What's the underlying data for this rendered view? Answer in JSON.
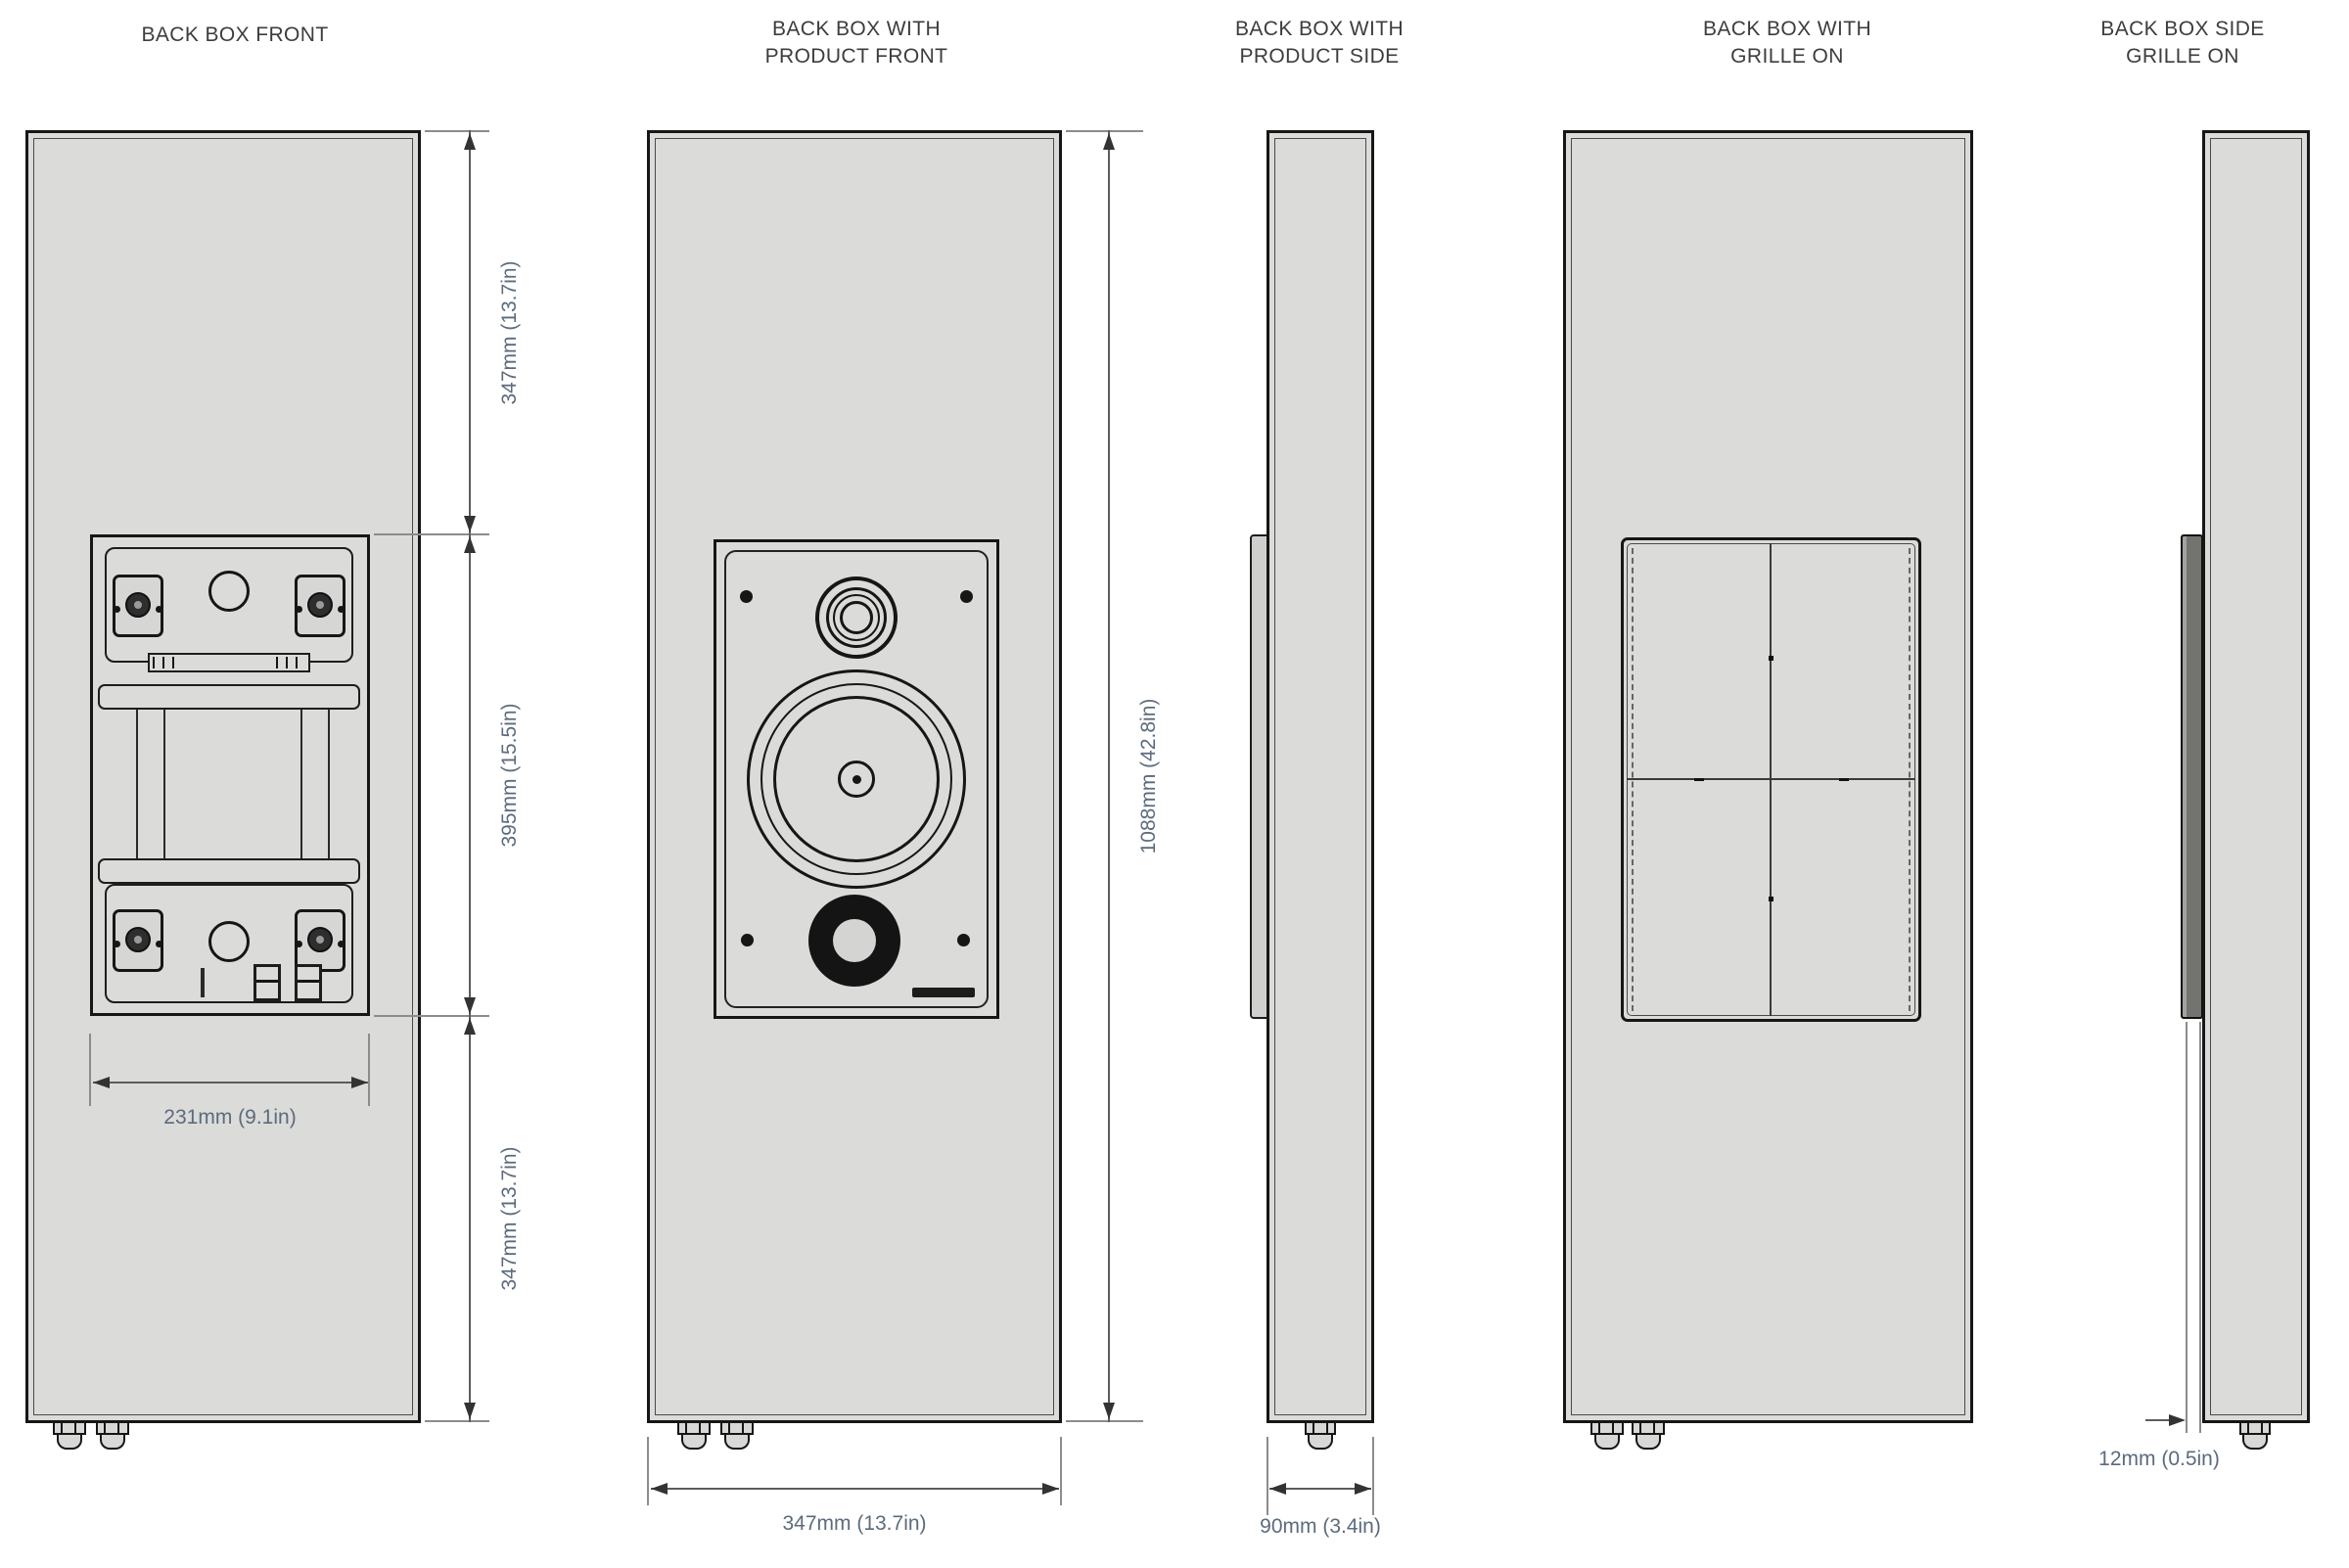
{
  "drawing": {
    "product": "back box installation drawing",
    "views": [
      {
        "id": "back-box-front",
        "title_lines": [
          "BACK BOX FRONT"
        ]
      },
      {
        "id": "back-box-with-product-front",
        "title_lines": [
          "BACK BOX WITH",
          "PRODUCT FRONT"
        ]
      },
      {
        "id": "back-box-with-product-side",
        "title_lines": [
          "BACK BOX WITH",
          "PRODUCT SIDE"
        ]
      },
      {
        "id": "back-box-with-grille-on",
        "title_lines": [
          "BACK BOX WITH",
          "GRILLE ON"
        ]
      },
      {
        "id": "back-box-side-grille-on",
        "title_lines": [
          "BACK BOX SIDE",
          "GRILLE ON"
        ]
      }
    ],
    "dimensions": {
      "front_upper_height": "347mm (13.7in)",
      "cutout_height": "395mm (15.5in)",
      "front_lower_height": "347mm (13.7in)",
      "cutout_width": "231mm (9.1in)",
      "box_width": "347mm (13.7in)",
      "box_height": "1088mm (42.8in)",
      "box_depth": "90mm (3.4in)",
      "grille_depth": "12mm (0.5in)"
    },
    "colors": {
      "panel_fill": "#dbdbd9",
      "outline": "#161616",
      "dimension_text": "#5c6b7c",
      "title_text": "#3d3d3d",
      "background": "#ffffff"
    }
  }
}
